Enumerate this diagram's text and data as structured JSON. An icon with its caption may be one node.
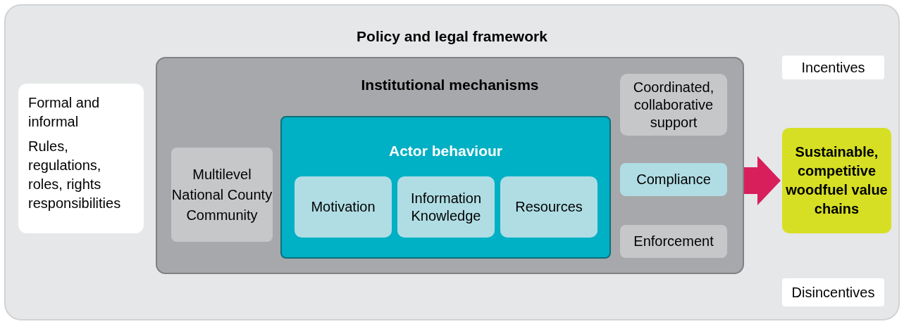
{
  "diagram": {
    "nodes": [
      {
        "text": [
          "Policy and legal framework"
        ]
      },
      {
        "text": [
          "Formal and informal",
          "Rules, regulations, roles, rights responsibilities"
        ],
        "in": 0
      },
      {
        "text": [
          "Institutional mechanisms"
        ],
        "in": 0
      },
      {
        "text": [
          "Multilevel National County Community"
        ],
        "in": 2
      },
      {
        "text": [
          "Actor behaviour"
        ],
        "in": 2
      },
      {
        "text": [
          "Motivation"
        ],
        "in": 4
      },
      {
        "text": [
          "Information Knowledge"
        ],
        "in": 4
      },
      {
        "text": [
          "Resources"
        ],
        "in": 4
      },
      {
        "text": [
          "Coordinated, collaborative support"
        ],
        "in": 2
      },
      {
        "text": [
          "Compliance"
        ],
        "in": 2
      },
      {
        "text": [
          "Enforcement"
        ],
        "in": 2
      },
      {
        "text": [
          "Incentives"
        ],
        "in": 0
      },
      {
        "text": [
          "Sustainable, competitive woodfuel value chains"
        ],
        "in": 0
      },
      {
        "text": [
          "Disincentives"
        ],
        "in": 0
      }
    ],
    "edges": [
      {
        "from": 2,
        "to": 12,
        "arrow": "to"
      }
    ]
  }
}
